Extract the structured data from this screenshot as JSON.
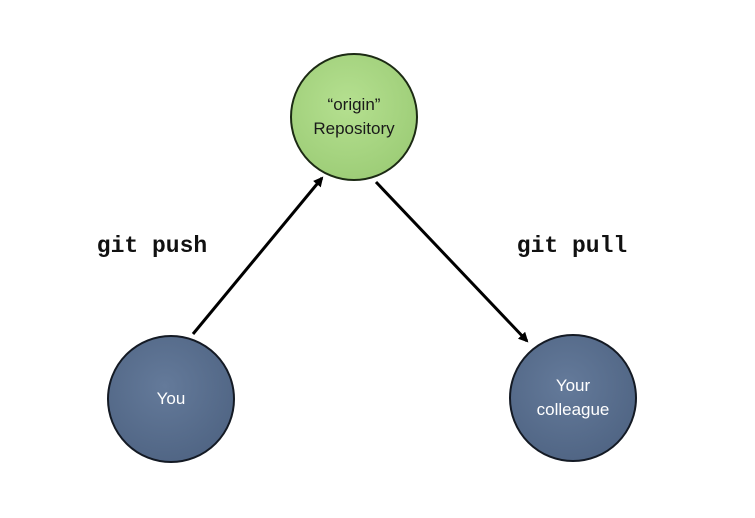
{
  "diagram": {
    "nodes": {
      "origin": {
        "line1": "“origin”",
        "line2": "Repository",
        "fill": "#a6d680",
        "stroke": "#1c2a14",
        "text_color": "#1a1a1a"
      },
      "you": {
        "label": "You",
        "fill": "#5a6f8e",
        "stroke": "#141a24",
        "text_color": "#ffffff"
      },
      "colleague": {
        "line1": "Your",
        "line2": "colleague",
        "fill": "#5a6f8e",
        "stroke": "#141a24",
        "text_color": "#ffffff"
      }
    },
    "edges": {
      "push": {
        "label": "git push",
        "from": "you",
        "to": "origin"
      },
      "pull": {
        "label": "git pull",
        "from": "origin",
        "to": "colleague"
      }
    }
  }
}
